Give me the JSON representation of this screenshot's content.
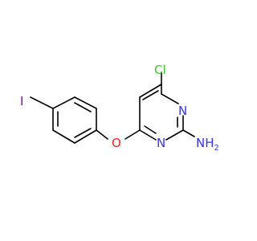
{
  "molecule": {
    "atoms": [
      {
        "id": "Cl",
        "text": "Cl",
        "color": "#33cc33"
      },
      {
        "id": "N1",
        "text": "N",
        "color": "#3333ff"
      },
      {
        "id": "N3",
        "text": "N",
        "color": "#3333ff"
      },
      {
        "id": "O",
        "text": "O",
        "color": "#ff2020"
      },
      {
        "id": "I",
        "text": "I",
        "color": "#9400d3"
      },
      {
        "id": "NH2",
        "text": "NH",
        "sub": "2",
        "color": "#3333ff"
      }
    ]
  }
}
